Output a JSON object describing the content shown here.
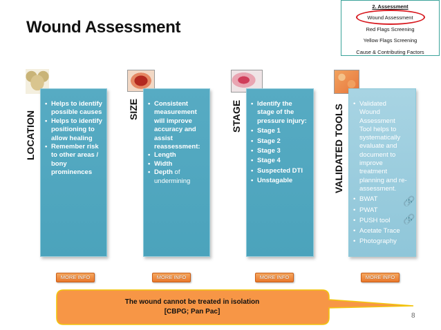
{
  "title": "Wound Assessment",
  "nav": {
    "items": [
      "2. Assessment",
      "Wound Assessment",
      "Red Flags Screening",
      "Yellow Flags Screening",
      "Cause & Contributing Factors"
    ],
    "highlighted": "Wound Assessment"
  },
  "columns": [
    {
      "label": "LOCATION",
      "bullets": [
        "Helps to identify possible causes",
        "Helps to identify positioning to allow healing",
        "Remember risk to other areas / bony prominences"
      ]
    },
    {
      "label": "SIZE",
      "bullets": [
        "Consistent measurement will improve accuracy and assist reassessment:",
        "Length",
        "Width",
        "Depth"
      ],
      "last_bullet_bold": "Depth",
      "last_bullet_rest": " of undermining"
    },
    {
      "label": "STAGE",
      "bullets": [
        "Identify the stage of the pressure injury:",
        "Stage 1",
        "Stage 2",
        "Stage 3",
        "Stage 4",
        "Suspected DTI",
        "Unstagable"
      ]
    },
    {
      "label": "VALIDATED TOOLS",
      "bullets": [
        "Validated Wound Assessment Tool helps to systematically evaluate and document to improve treatment planning and re-assessment.",
        "BWAT",
        "PWAT",
        "PUSH tool",
        "Acetate Trace",
        "Photography"
      ]
    }
  ],
  "more_info_label": "MORE INFO",
  "callout": {
    "line1": "The wound cannot be treated in isolation",
    "line2": "[CBPG; Pan Pac]"
  },
  "page_number": "8",
  "colors": {
    "panel": "#4ba3bc",
    "panel_light": "#8fc6d9",
    "callout_fill": "#f79646",
    "callout_border": "#f2c40e",
    "nav_border": "#3aa39a",
    "highlight_ring": "#d7191f"
  }
}
